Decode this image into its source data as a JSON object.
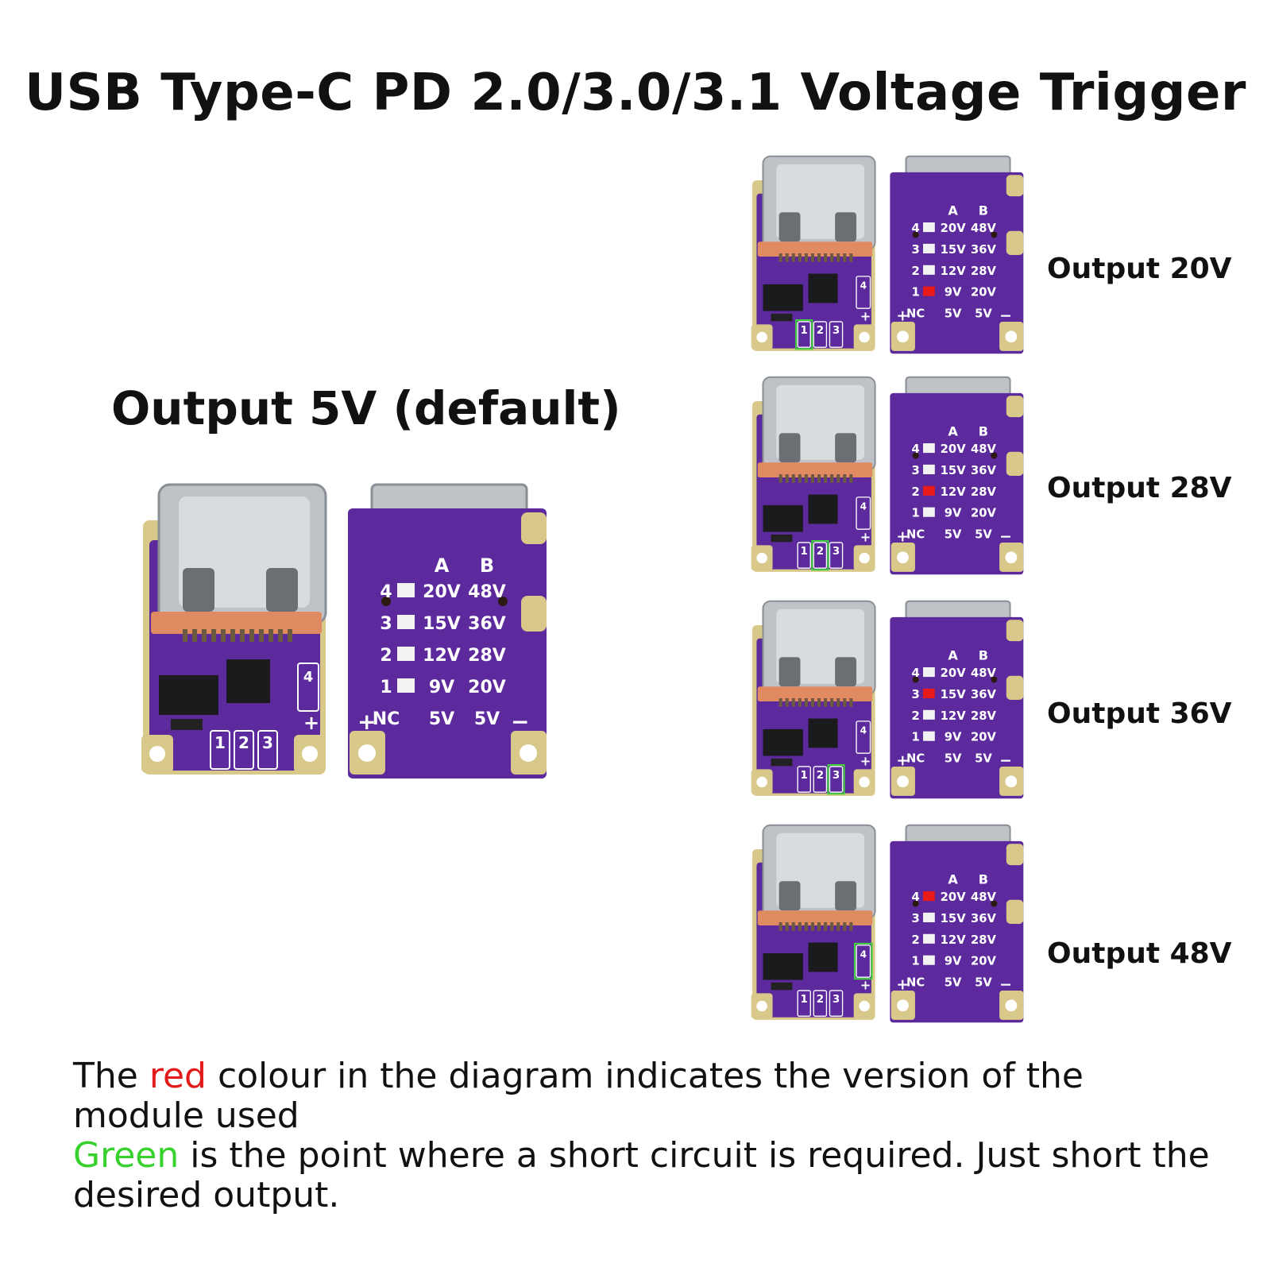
{
  "title": "USB Type-C PD 2.0/3.0/3.1 Voltage Trigger",
  "default_label": "Output 5V (default)",
  "board_labels": {
    "col_a": "A",
    "col_b": "B",
    "rows": [
      {
        "num": "4",
        "a": "20V",
        "b": "48V"
      },
      {
        "num": "3",
        "a": "15V",
        "b": "36V"
      },
      {
        "num": "2",
        "a": "12V",
        "b": "28V"
      },
      {
        "num": "1",
        "a": "9V",
        "b": "20V"
      },
      {
        "num": "NC",
        "a": "5V",
        "b": "5V"
      }
    ],
    "plus": "+",
    "minus": "−",
    "pads": [
      "1",
      "2",
      "3"
    ],
    "pad4": "4"
  },
  "outputs": [
    {
      "label": "Output 20V",
      "red_row": 3,
      "green_pad": "1"
    },
    {
      "label": "Output 28V",
      "red_row": 2,
      "green_pad": "2"
    },
    {
      "label": "Output 36V",
      "red_row": 1,
      "green_pad": "3"
    },
    {
      "label": "Output 48V",
      "red_row": 0,
      "green_pad": "4"
    }
  ],
  "caption": {
    "line1_pre": "The ",
    "line1_red": "red",
    "line1_post": " colour in the diagram indicates the version of the module used",
    "line2_green": "Green",
    "line2_post": " is the point where a short circuit is required. Just short the desired output."
  },
  "colors": {
    "pcb": "#5c2a9d",
    "pcb_dark": "#47207c",
    "gold": "#d8c98a",
    "red_mark": "#e81a1a",
    "green_mark": "#3fd23a"
  }
}
